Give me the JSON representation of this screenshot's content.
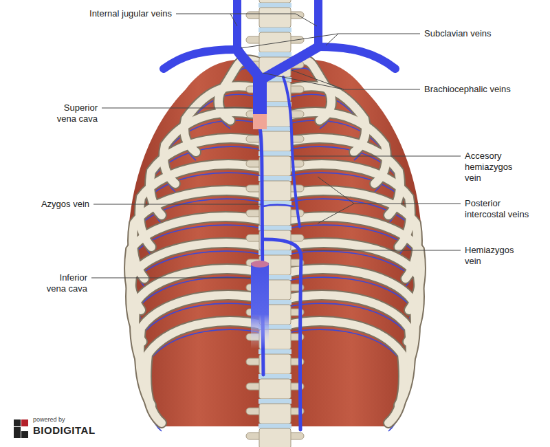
{
  "diagram": {
    "labels": [
      "Internal jugular veins",
      "Subclavian veins",
      "Brachiocephalic veins",
      "Superior vena cava",
      "Accesory hemiazygos vein",
      "Azygos vein",
      "Posterior intercostal veins",
      "Hemiazygos vein",
      "Inferior vena cava",
      "powered by",
      "BIODIGITAL"
    ]
  }
}
